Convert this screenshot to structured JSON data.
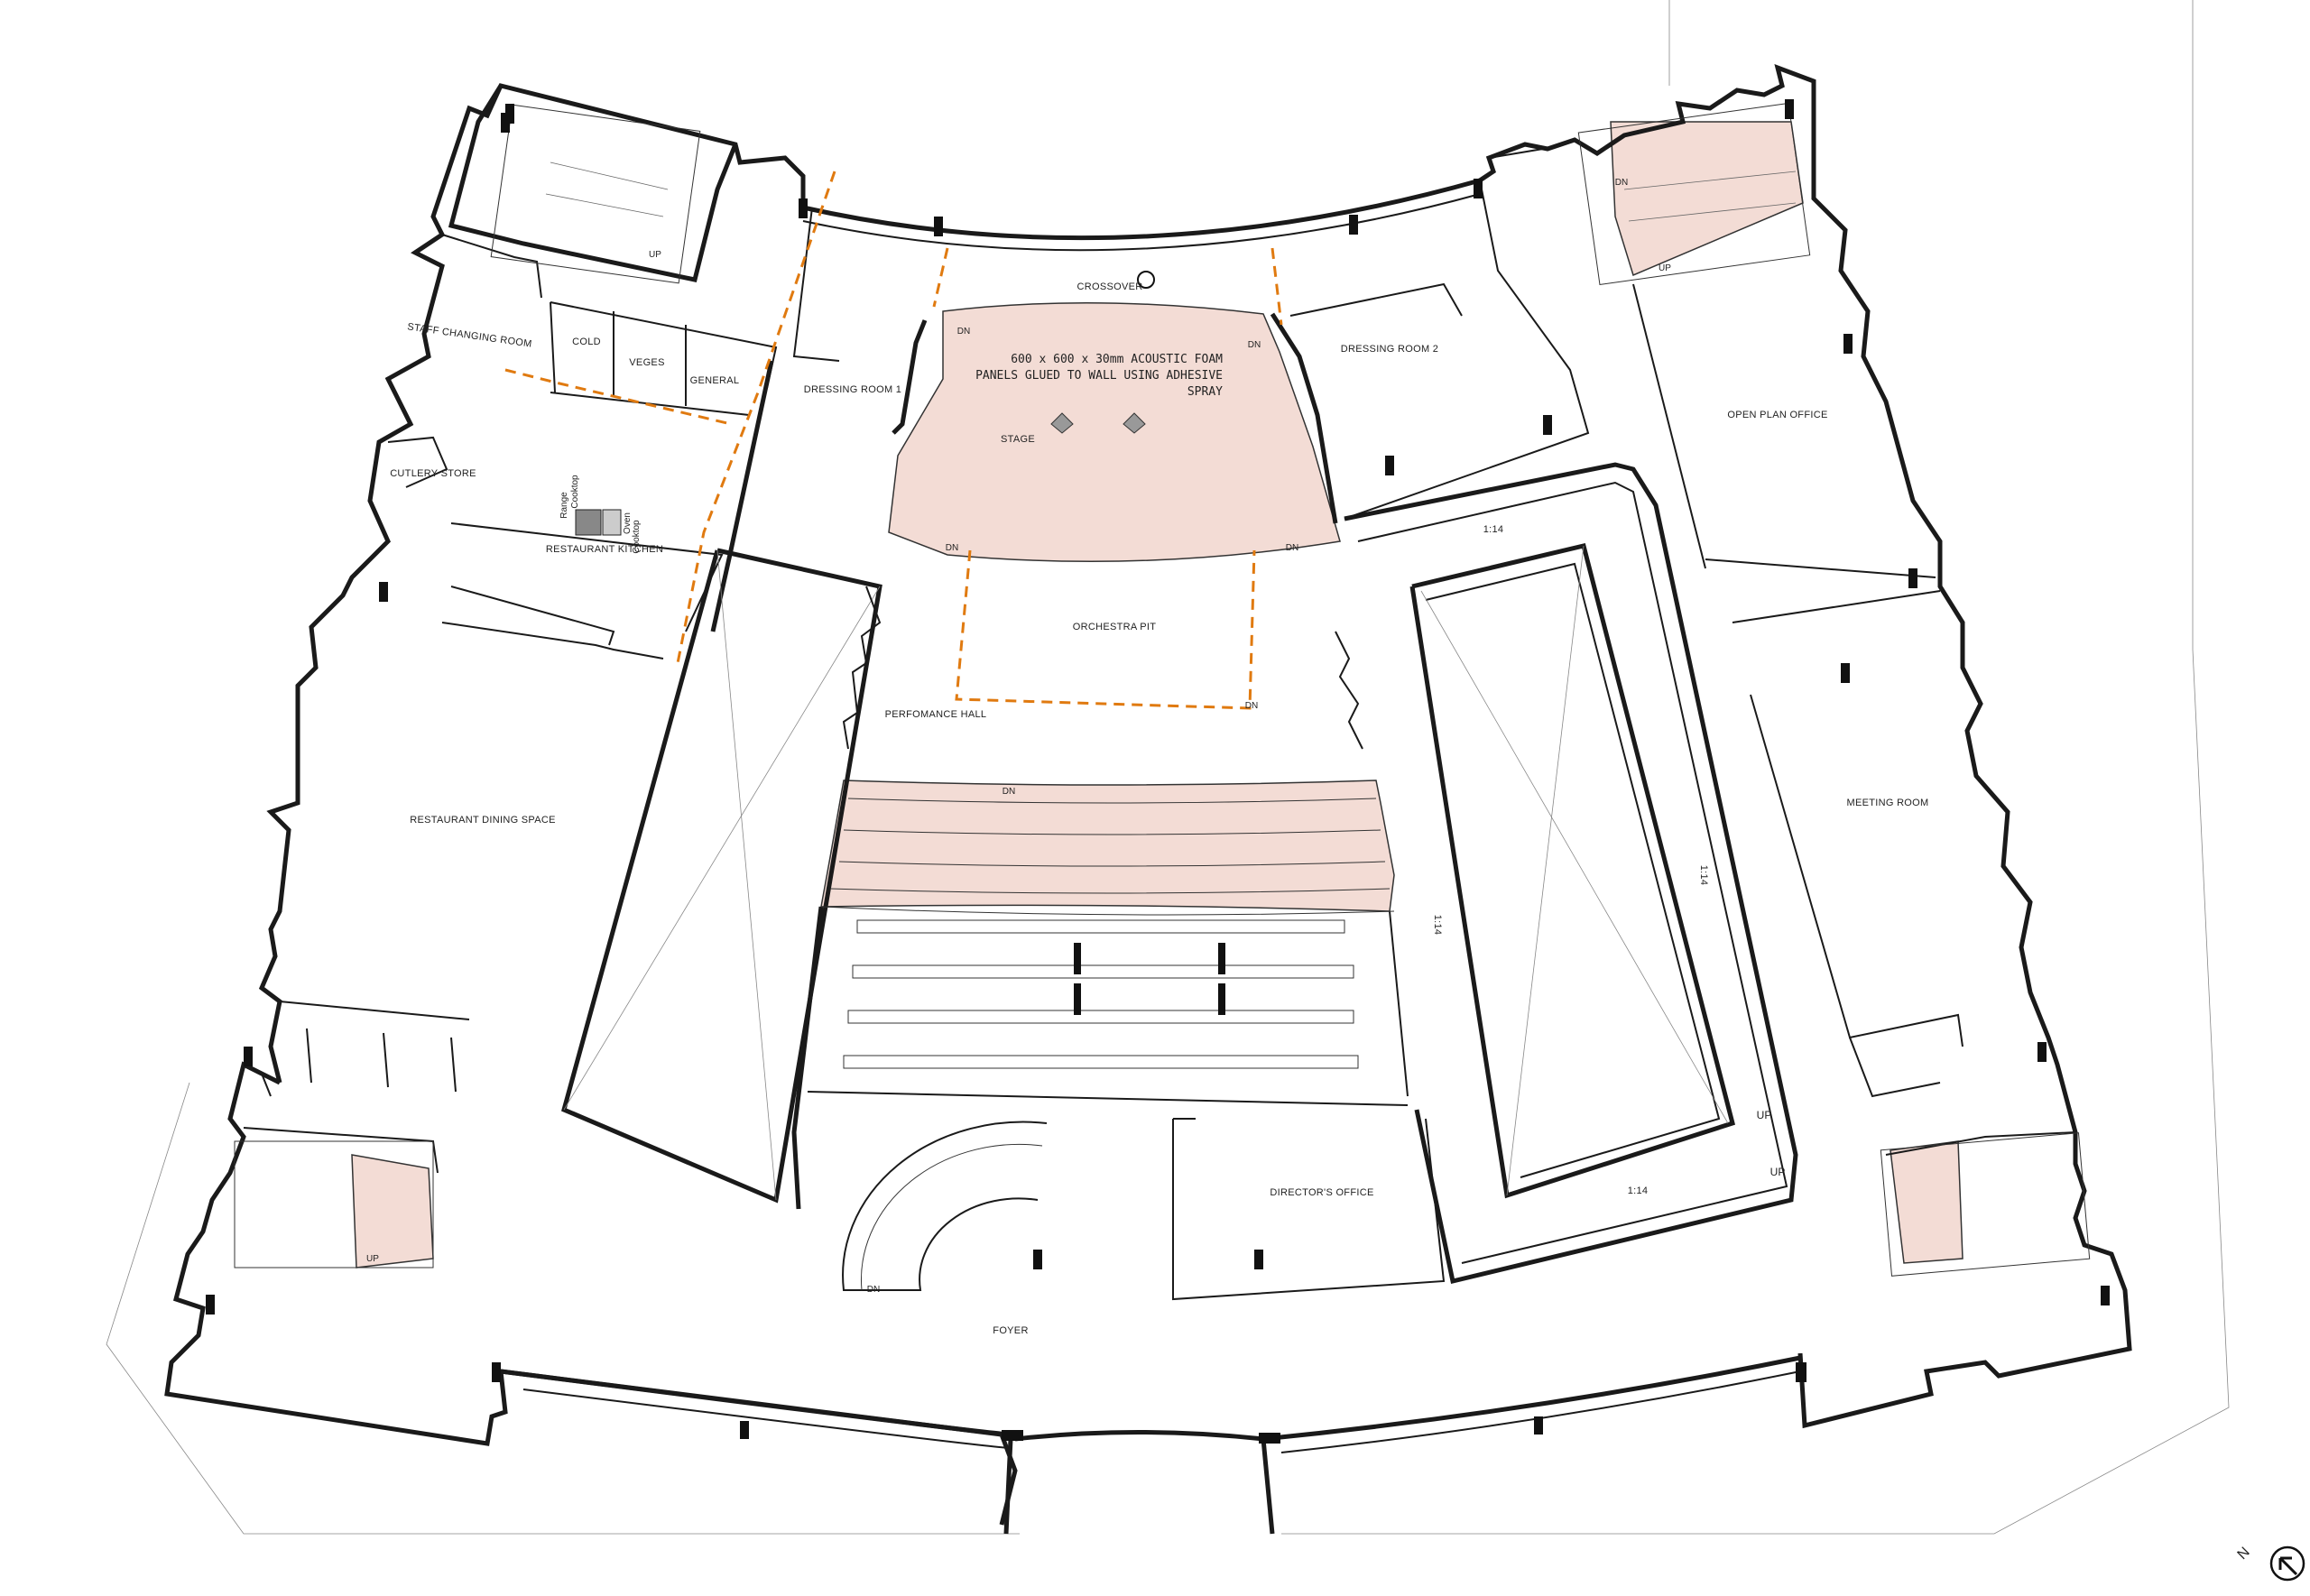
{
  "rooms": {
    "crossover": "CROSSOVER",
    "stage": "STAGE",
    "acoustic_note_1": "600 x 600 x 30mm ACOUSTIC FOAM",
    "acoustic_note_2": "PANELS GLUED TO WALL USING ADHESIVE",
    "acoustic_note_3": "SPRAY",
    "dressing_room_1": "DRESSING ROOM 1",
    "dressing_room_2": "DRESSING ROOM 2",
    "orchestra_pit": "ORCHESTRA PIT",
    "performance_hall": "PERFOMANCE HALL",
    "staff_changing_room": "STAFF CHANGING ROOM",
    "cold": "COLD",
    "veges": "VEGES",
    "general": "GENERAL",
    "cutlery_store": "CUTLERY STORE",
    "restaurant_kitchen": "RESTAURANT KITCHEN",
    "restaurant_dining_space": "RESTAURANT DINING SPACE",
    "open_plan_office": "OPEN PLAN OFFICE",
    "meeting_room": "MEETING ROOM",
    "directors_office": "DIRECTOR'S OFFICE",
    "foyer": "FOYER"
  },
  "kitchen_equipment": [
    "Range",
    "Cooktop",
    "Oven",
    "Cooktop"
  ],
  "ramps": {
    "slope_1": "1:14",
    "slope_2": "1:14",
    "slope_3": "1:14",
    "slope_4": "1:14"
  },
  "stair_marks": {
    "up_1": "UP",
    "up_2": "UP",
    "up_3": "UP",
    "up_4": "UP",
    "up_5": "UP",
    "dn_1": "DN",
    "dn_2": "DN",
    "dn_3": "DN",
    "dn_4": "DN",
    "dn_5": "DN",
    "dn_6": "DN",
    "dn_7": "DN",
    "dn_8": "DN"
  },
  "north_label": "N",
  "colors": {
    "wall": "#1a1a1a",
    "highlight_fill": "#f3dcd5",
    "orange_dash": "#e07a10"
  },
  "icons": [
    "north-arrow-icon",
    "column-icon",
    "door-swing-icon",
    "stair-icon",
    "seat-icon"
  ]
}
